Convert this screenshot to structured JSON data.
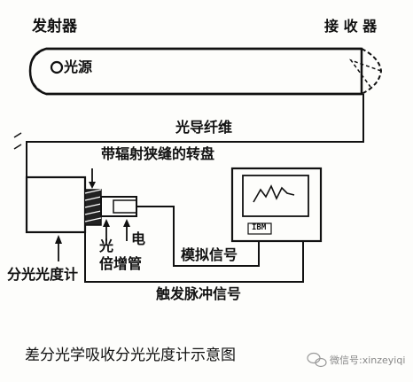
{
  "diagram": {
    "emitter_label": "发射器",
    "receiver_label": "接 收 器",
    "light_source_label": "光源",
    "fiber_label": "光导纤维",
    "disk_label": "带辐射狭缝的转盘",
    "pmt_label_left": "光",
    "pmt_label_left2": "倍增管",
    "pmt_label_right": "电",
    "analog_signal_label": "模拟信号",
    "instrument_label": "分光光度计",
    "trigger_signal_label": "触发脉冲信号",
    "ibm_label": "IBM",
    "caption": "差分光学吸收分光光度计示意图"
  },
  "watermark": {
    "icon": "wechat-icon",
    "text": "微信号:xinzeyiqi"
  }
}
